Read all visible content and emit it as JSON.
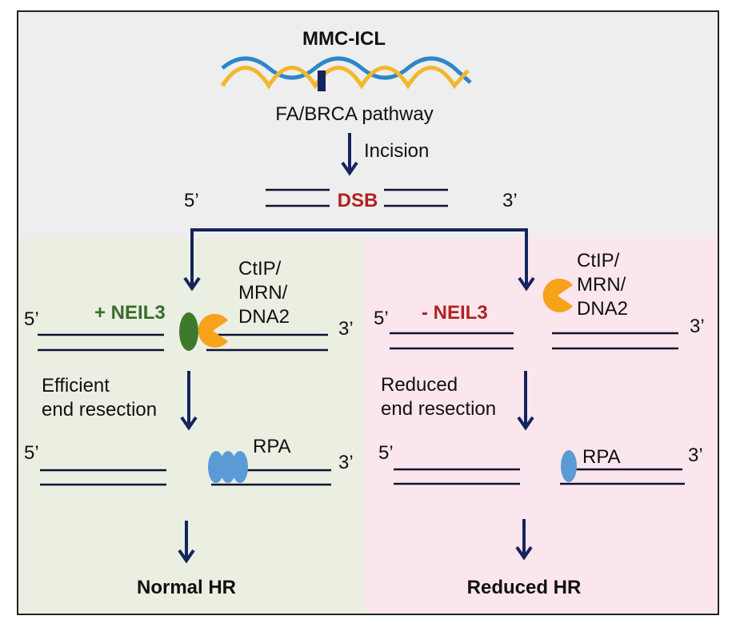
{
  "top": {
    "title": "MMC-ICL",
    "pathway": "FA/BRCA pathway",
    "step": "Incision",
    "five_prime": "5’",
    "three_prime": "3’",
    "break_label": "DSB"
  },
  "left": {
    "five_prime": "5’",
    "three_prime": "3’",
    "condition": "+ NEIL3",
    "complex_lines": [
      "CtIP/",
      "MRN/",
      "DNA2"
    ],
    "resection_lines": [
      "Efficient",
      "end resection"
    ],
    "protein": "RPA",
    "outcome": "Normal HR"
  },
  "right": {
    "five_prime": "5’",
    "three_prime": "3’",
    "condition": "- NEIL3",
    "complex_lines": [
      "CtIP/",
      "MRN/",
      "DNA2"
    ],
    "resection_lines": [
      "Reduced",
      "end resection"
    ],
    "protein": "RPA",
    "outcome": "Reduced HR"
  },
  "colors": {
    "top_background": "#eeeeee",
    "left_background": "#eaefe2",
    "right_background": "#fbe6ee",
    "dna_strand_yellow": "#f2b72a",
    "dna_strand_blue": "#2e86c8",
    "crosslink": "#14245e",
    "arrow": "#14245e",
    "neil3_positive": "#3a6b2a",
    "neil3_negative": "#b22222",
    "dsb_label": "#b22222",
    "ctip_complex": "#f7a21b",
    "neil3_protein": "#3f7a2c",
    "rpa_protein": "#5b9bd5"
  }
}
